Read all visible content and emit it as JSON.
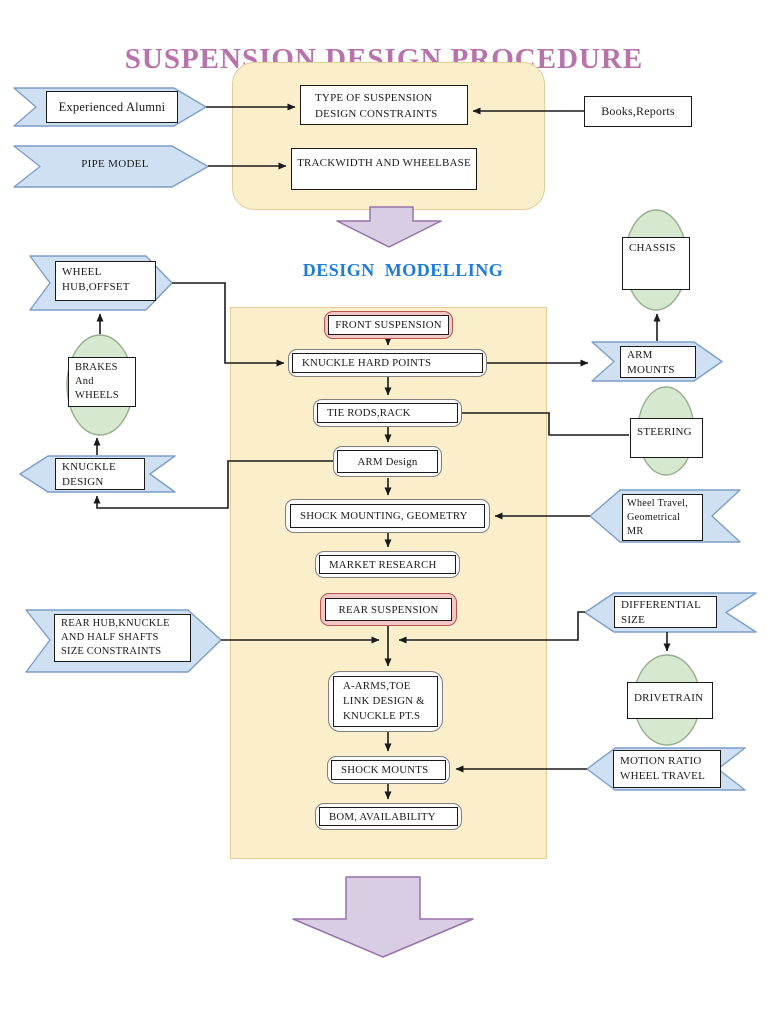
{
  "title": "SUSPENSION DESIGN PROCEDURE",
  "subtitle": "DESIGN MODELLING",
  "labels": {
    "experienced_alumni": "Experienced Alumni",
    "pipe_model": "PIPE MODEL",
    "books_reports": "Books,Reports",
    "type_constraints": [
      "TYPE OF SUSPENSION",
      "DESIGN CONSTRAINTS"
    ],
    "trackwidth": "TRACKWIDTH AND WHEELBASE",
    "chassis": "CHASSIS",
    "arm_mounts": [
      "ARM",
      "MOUNTS"
    ],
    "wheel_hub": [
      "WHEEL",
      "HUB,OFFSET"
    ],
    "brakes": [
      "BRAKES",
      "And",
      "WHEELS"
    ],
    "knuckle_design": [
      "KNUCKLE",
      "DESIGN"
    ],
    "front_suspension": "FRONT SUSPENSION",
    "knuckle_hard_points": "KNUCKLE HARD POINTS",
    "tie_rods": "TIE RODS,RACK",
    "arm_design": "ARM Design",
    "steering": "STEERING",
    "shock_mounting": "SHOCK MOUNTING, GEOMETRY",
    "wheel_travel": [
      "Wheel Travel,",
      "Geometrical",
      "MR"
    ],
    "market_research": "MARKET RESEARCH",
    "rear_suspension": "REAR SUSPENSION",
    "rear_hub": [
      "REAR HUB,KNUCKLE",
      "AND HALF SHAFTS",
      "SIZE CONSTRAINTS"
    ],
    "differential": [
      "DIFFERENTIAL",
      "SIZE"
    ],
    "drivetrain": "DRIVETRAIN",
    "a_arms": [
      "A-ARMS,TOE",
      "LINK DESIGN &",
      "KNUCKLE PT.S"
    ],
    "shock_mounts": "SHOCK MOUNTS",
    "motion_ratio": [
      "MOTION RATIO",
      "WHEEL TRAVEL"
    ],
    "bom": "BOM, AVAILABILITY"
  },
  "colors": {
    "title_color": "#b873ac",
    "subtitle_color": "#1a7be0",
    "panel_fill": "#fbeecb",
    "panel_border": "#e2cc97",
    "banner_fill": "#cfe0f2",
    "banner_border": "#7d9ec7",
    "ellipse_fill": "#d7e8d0",
    "ellipse_border": "#96af8c",
    "pink_fill": "#f2c8c6",
    "pink_border": "#b85450",
    "grey_fill": "#fafafa",
    "grey_border": "#7f7f7f",
    "purple_fill": "#d9cde4",
    "purple_border": "#9673a6",
    "line_color": "#1a1a1a"
  }
}
